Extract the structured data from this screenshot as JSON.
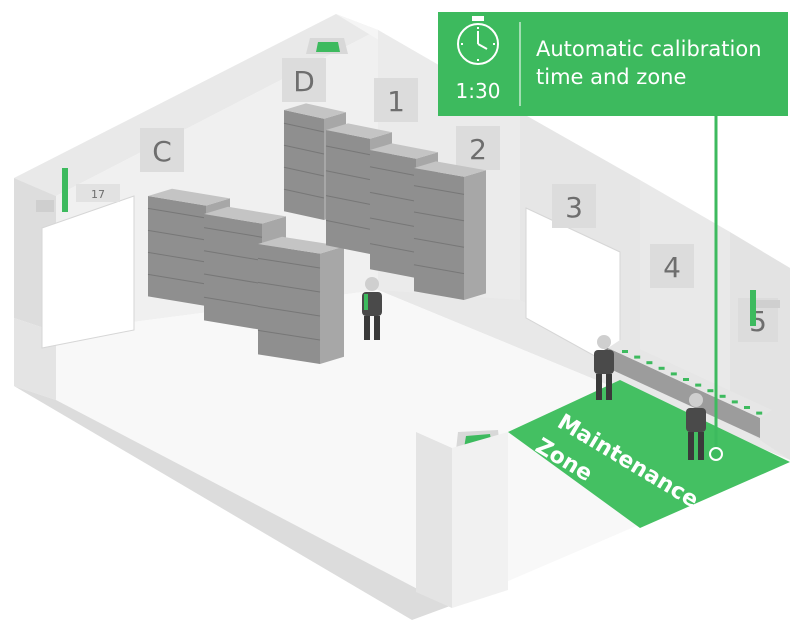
{
  "callout": {
    "time": "1:30",
    "title_line1": "Automatic calibration",
    "title_line2": "time and zone",
    "icon": "stopwatch-icon"
  },
  "zones": {
    "maintenance_line1": "Maintenance",
    "maintenance_line2": "Zone"
  },
  "wall_labels": {
    "c": "C",
    "d": "D",
    "bay1": "1",
    "bay2": "2",
    "bay3": "3",
    "bay4": "4",
    "bay5": "5",
    "door_number": "17"
  },
  "colors": {
    "accent_green": "#3dba5e",
    "zone_green": "#44c062",
    "wall": "#f2f2f2",
    "floor": "#f7f7f7",
    "crate": "#8f8f8f"
  }
}
